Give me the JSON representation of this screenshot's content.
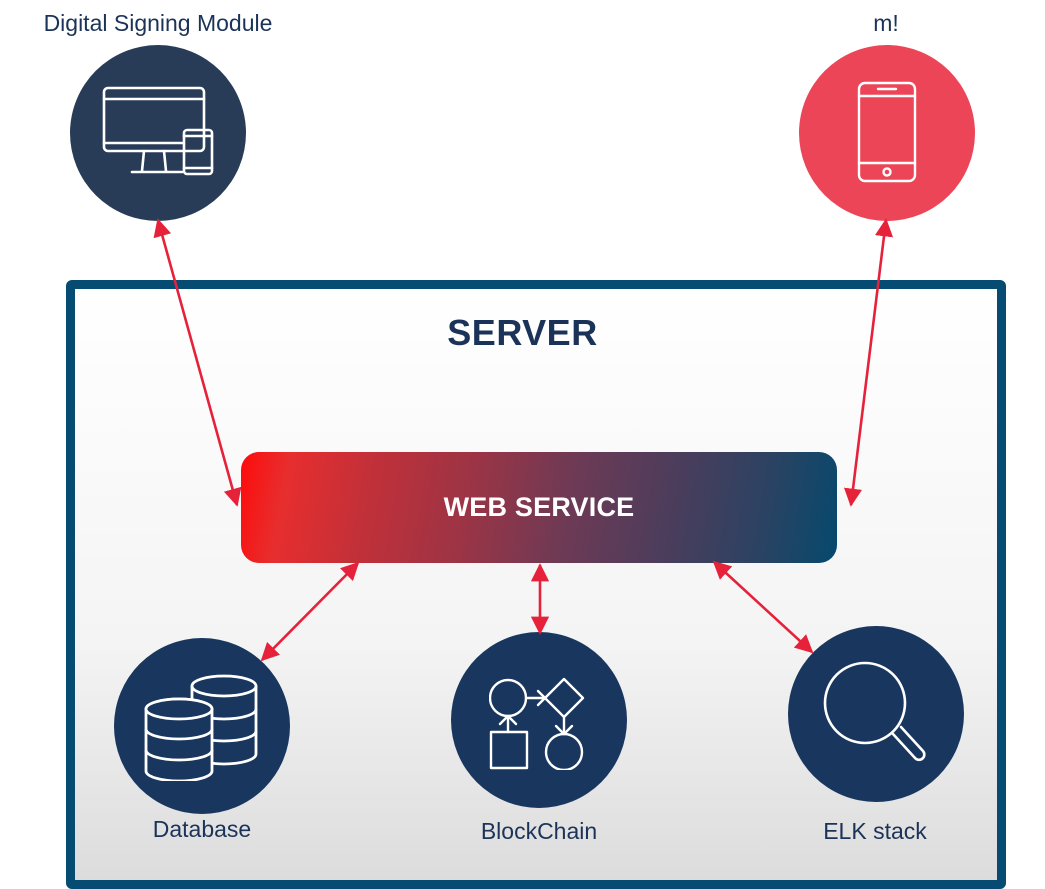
{
  "diagram": {
    "clients": [
      {
        "id": "digital-signing-module",
        "label": "Digital Signing Module",
        "icon": "desktop-and-phone-icon",
        "color": "#283c58"
      },
      {
        "id": "m-app",
        "label": "m!",
        "icon": "smartphone-icon",
        "color": "#ec4557"
      }
    ],
    "server": {
      "title": "SERVER",
      "border_color": "#054b72",
      "web_service": {
        "label": "WEB SERVICE",
        "gradient": [
          "#fe0b0b",
          "#05496d"
        ]
      },
      "components": [
        {
          "id": "database",
          "label": "Database",
          "icon": "database-icon",
          "color": "#18365e"
        },
        {
          "id": "blockchain",
          "label": "BlockChain",
          "icon": "flowchart-icon",
          "color": "#18365e"
        },
        {
          "id": "elk-stack",
          "label": "ELK stack",
          "icon": "magnifier-icon",
          "color": "#18365e"
        }
      ]
    },
    "connections": [
      {
        "from": "digital-signing-module",
        "to": "web-service",
        "bidirectional": true
      },
      {
        "from": "m-app",
        "to": "web-service",
        "bidirectional": true
      },
      {
        "from": "web-service",
        "to": "database",
        "bidirectional": true
      },
      {
        "from": "web-service",
        "to": "blockchain",
        "bidirectional": true
      },
      {
        "from": "web-service",
        "to": "elk-stack",
        "bidirectional": true
      }
    ],
    "arrow_color": "#e6213a",
    "text_color": "#1b3358"
  }
}
